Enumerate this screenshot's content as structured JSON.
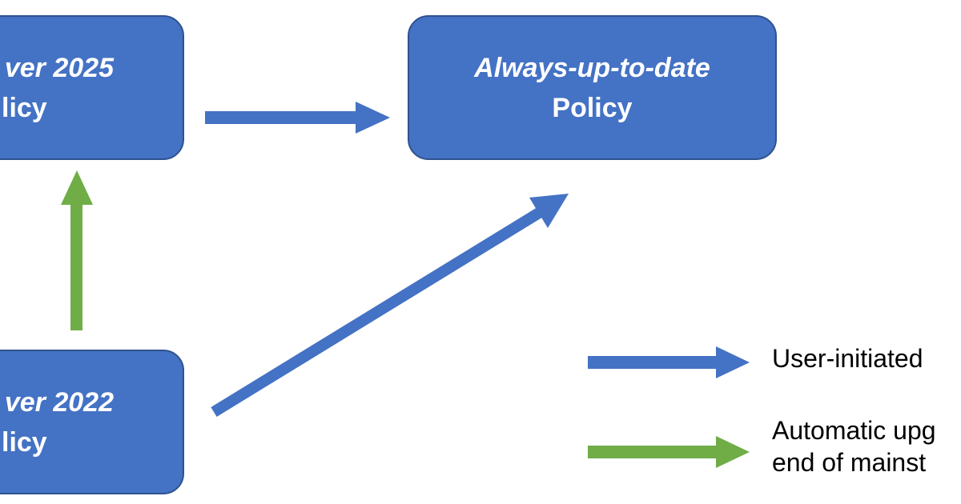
{
  "boxes": {
    "server2025": {
      "line1": "ver 2025",
      "line2": "licy"
    },
    "server2022": {
      "line1": "ver 2022",
      "line2": "licy"
    },
    "always": {
      "line1": "Always-up-to-date",
      "line2": "Policy"
    }
  },
  "legend": {
    "user_initiated": "User-initiated",
    "automatic_line1": "Automatic upg",
    "automatic_line2": "end of mainst"
  },
  "colors": {
    "box_fill": "#4472c4",
    "box_border": "#2f528f",
    "blue_arrow": "#4472c4",
    "green_arrow": "#70ad47",
    "text_on_box": "#ffffff",
    "text": "#000000"
  }
}
